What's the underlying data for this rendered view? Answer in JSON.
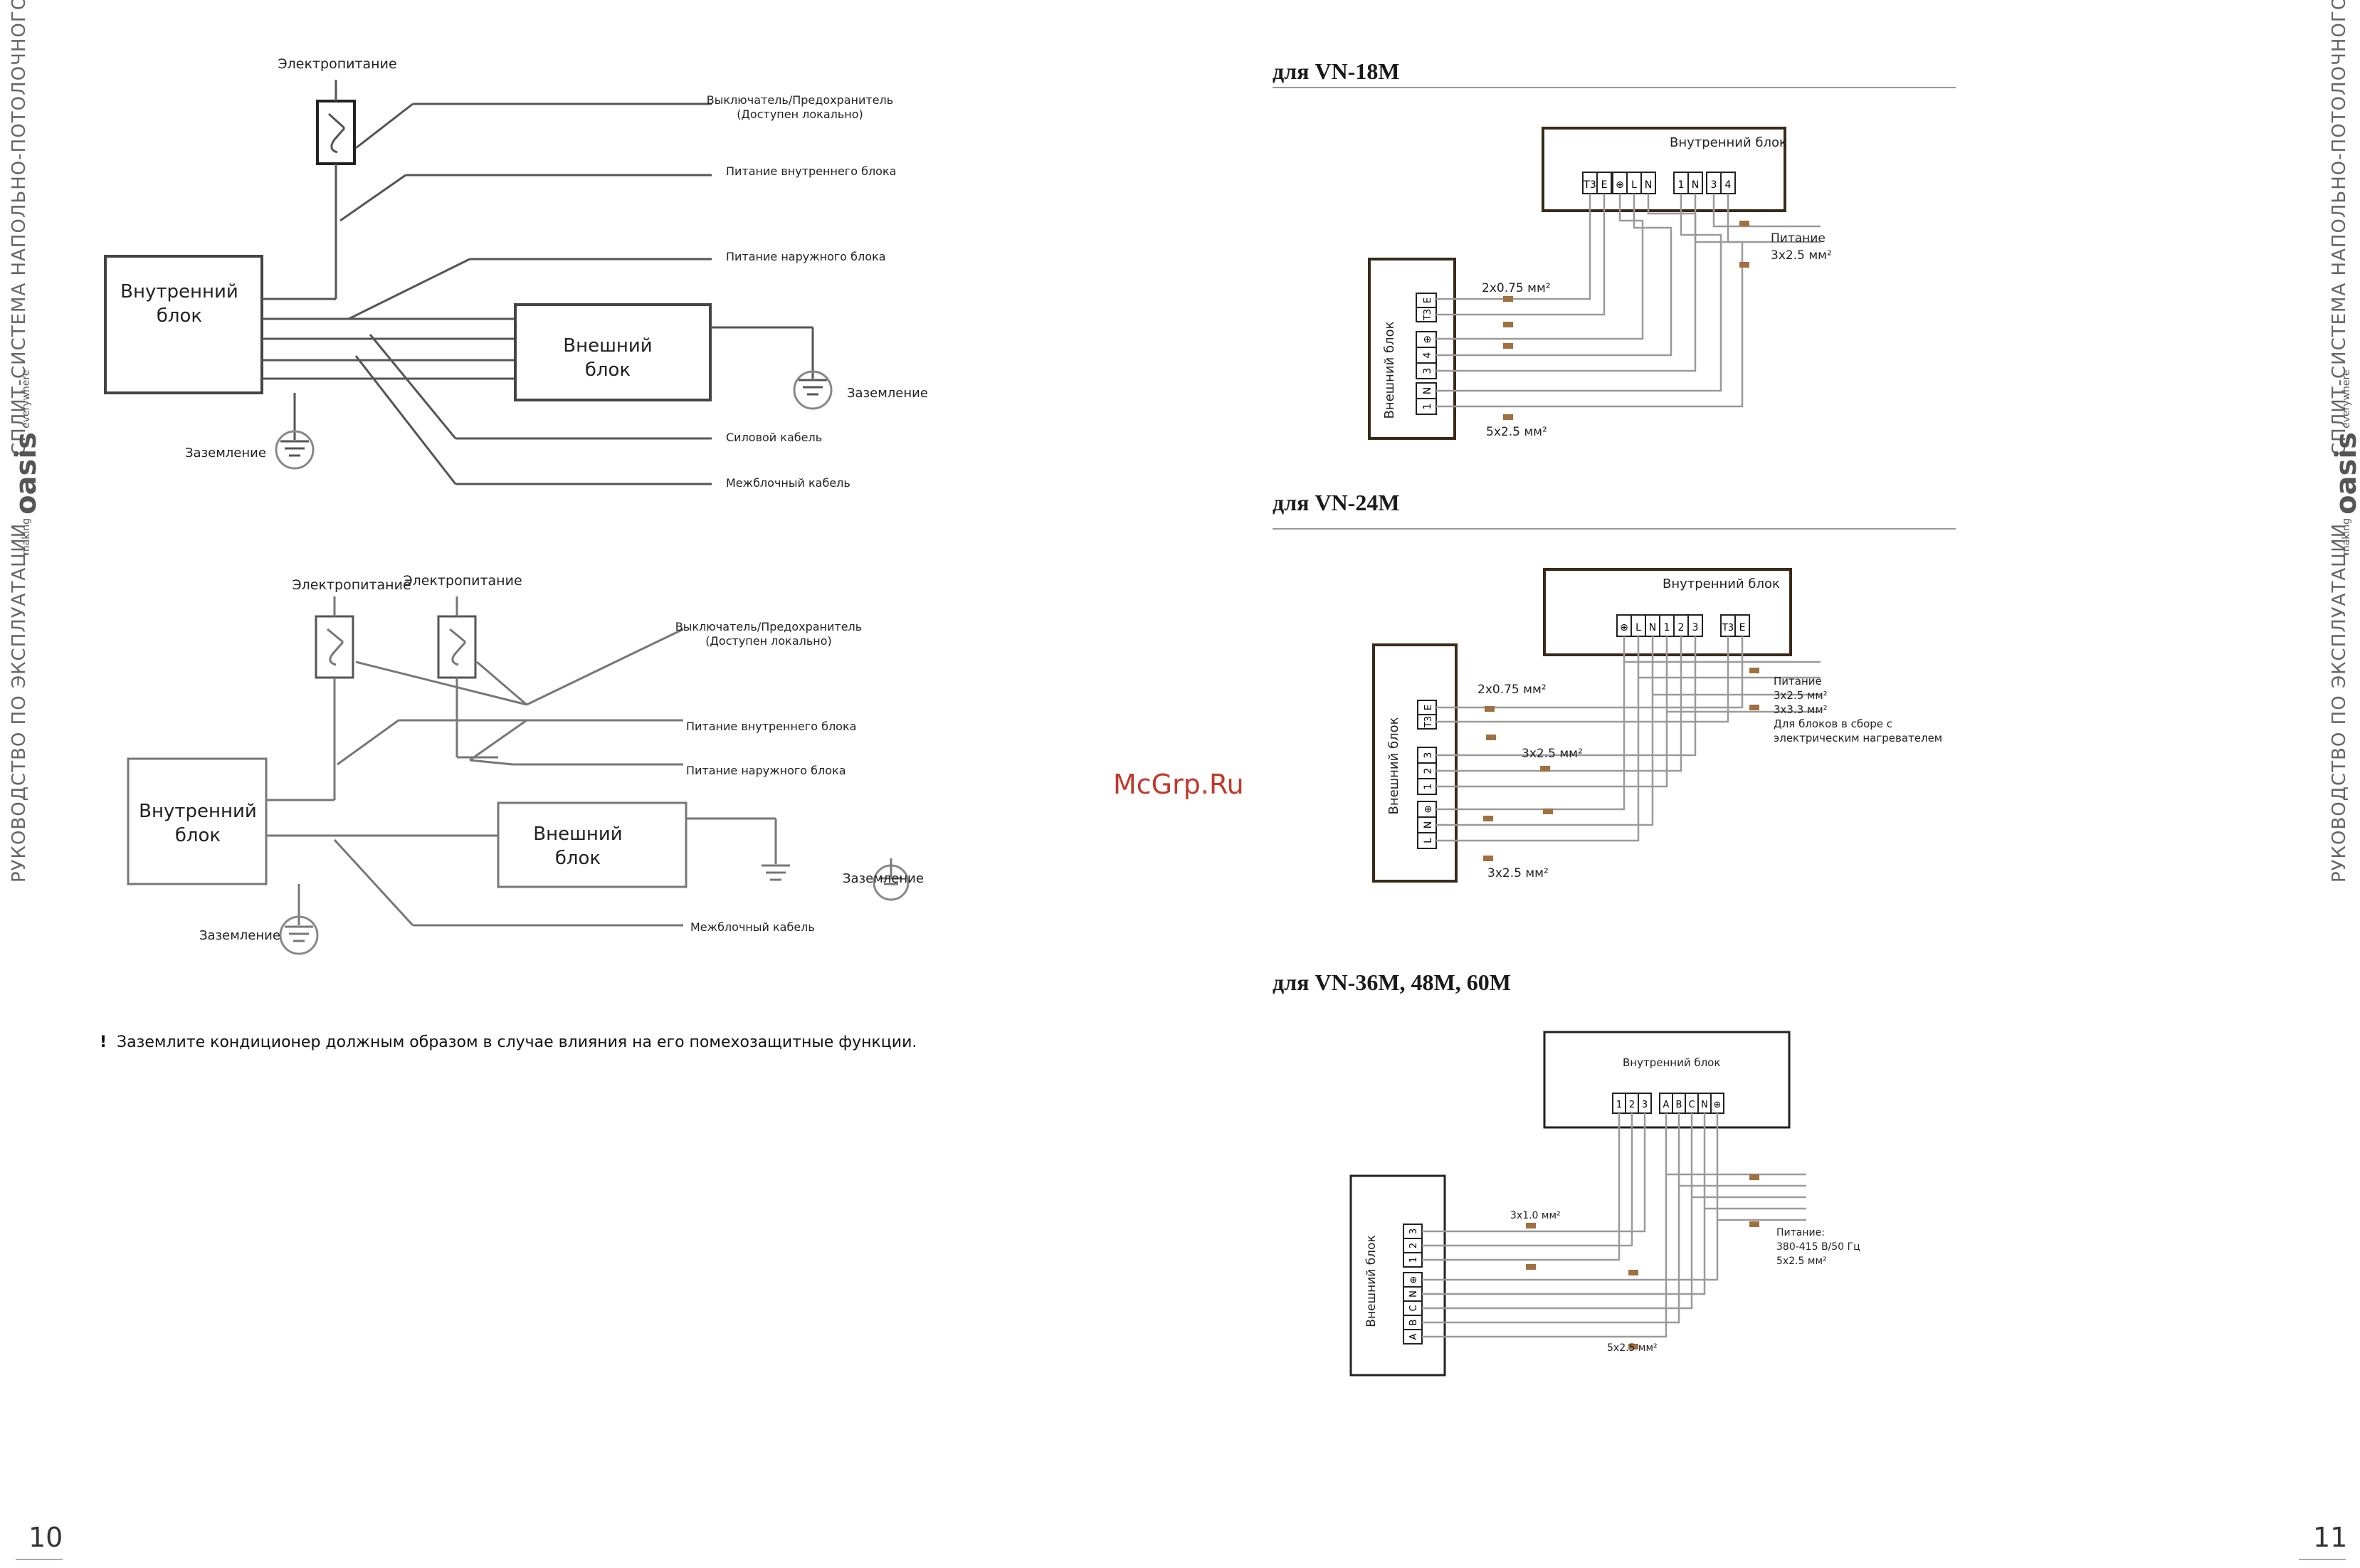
{
  "header": {
    "vertical_title": "СПЛИТ-СИСТЕМА НАПОЛЬНО-ПОТОЛОЧНОГО  ТИПА",
    "vertical_manual": "РУКОВОДСТВО ПО ЭКСПЛУАТАЦИИ",
    "logo": {
      "small_top": "making",
      "brand": "oasis",
      "small_bottom": "everywhere"
    }
  },
  "page_numbers": {
    "left": "10",
    "right": "11"
  },
  "watermark": "McGrp.Ru",
  "diagram1": {
    "power_label": "Электропитание",
    "switch_label_1": "Выключатель/Предохранитель",
    "switch_label_2": "(Доступен локально)",
    "indoor_power": "Питание внутреннего блока",
    "outdoor_power": "Питание наружного блока",
    "indoor_unit_1": "Внутренний",
    "indoor_unit_2": "блок",
    "outdoor_unit_1": "Внешний",
    "outdoor_unit_2": "блок",
    "ground_right": "Заземление",
    "ground_left": "Заземление",
    "power_cable": "Силовой кабель",
    "interconnect_cable": "Межблочный кабель"
  },
  "diagram2": {
    "power_label_1": "Электропитание",
    "power_label_2": "Электропитание",
    "switch_label_1": "Выключатель/Предохранитель",
    "switch_label_2": "(Доступен локально)",
    "indoor_power": "Питание внутреннего блока",
    "outdoor_power": "Питание наружного блока",
    "indoor_unit_1": "Внутренний",
    "indoor_unit_2": "блок",
    "outdoor_unit_1": "Внешний",
    "outdoor_unit_2": "блок",
    "ground_right": "Заземление",
    "ground_left": "Заземление",
    "interconnect_cable": "Межблочный кабель"
  },
  "note": {
    "mark": "!",
    "text": "Заземлите кондиционер должным образом в случае влияния на его помехозащитные функции."
  },
  "wiring_18": {
    "title": "для VN-18M",
    "indoor_label": "Внутренний блок",
    "outdoor_label": "Внешний блок",
    "indoor_terminals": [
      "T3",
      "E",
      "⊕",
      "L",
      "N",
      "1",
      "N",
      "3",
      "4"
    ],
    "outdoor_terminals": [
      "1",
      "N",
      "3",
      "4",
      "⊕",
      "T3",
      "E"
    ],
    "cable_signal": "2x0.75 мм²",
    "cable_power": "5x2.5 мм²",
    "supply_1": "Питание",
    "supply_2": "3x2.5 мм²"
  },
  "wiring_24": {
    "title": "для VN-24M",
    "indoor_label": "Внутренний блок",
    "outdoor_label": "Внешний блок",
    "indoor_terminals": [
      "⊕",
      "L",
      "N",
      "1",
      "2",
      "3",
      "T3",
      "E"
    ],
    "outdoor_terminals": [
      "L",
      "N",
      "⊕",
      "1",
      "2",
      "3",
      "T3",
      "E"
    ],
    "cable_signal": "2x0.75 мм²",
    "cable_mid": "3x2.5 мм²",
    "cable_power": "3x2.5 мм²",
    "supply_1": "Питание",
    "supply_2": "3x2.5 мм²",
    "supply_3": "3x3.3 мм²",
    "supply_4": "Для блоков в сборе с",
    "supply_5": "электрическим нагревателем"
  },
  "wiring_36": {
    "title": "для VN-36M, 48M, 60M",
    "indoor_label": "Внутренний блок",
    "outdoor_label": "Внешний блок",
    "indoor_terminals": [
      "1",
      "2",
      "3",
      "A",
      "B",
      "C",
      "N",
      "⊕"
    ],
    "outdoor_terminals": [
      "A",
      "B",
      "C",
      "N",
      "⊕",
      "1",
      "2",
      "3"
    ],
    "cable_signal": "3x1.0 мм²",
    "cable_power": "5x2.5 мм²",
    "supply_1": "Питание:",
    "supply_2": "380-415 В/50 Гц",
    "supply_3": "5x2.5 мм²"
  }
}
